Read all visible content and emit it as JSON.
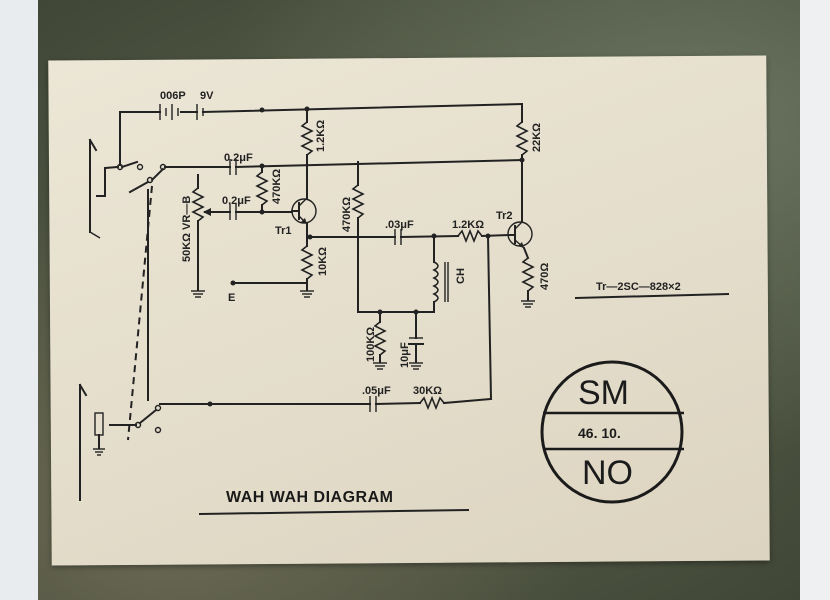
{
  "diagram": {
    "title": "WAH WAH DIAGRAM",
    "transistor_note": "Tr—2SC—828×2",
    "labels": {
      "battery_cap": "006P",
      "battery_voltage": "9V",
      "r_1k2_a": "1.2KΩ",
      "r_22k": "22KΩ",
      "c_02_a": "0.2μF",
      "c_02_b": "0.2μF",
      "r_470k_a": "470KΩ",
      "r_470k_b": "470KΩ",
      "vr": "50KΩ VR—B",
      "tr1": "Tr1",
      "tr2": "Tr2",
      "c_03": ".03μF",
      "r_1k2_b": "1.2KΩ",
      "r_10k": "10KΩ",
      "r_470": "470Ω",
      "ch": "CH",
      "ground": "E",
      "r_100k": "100KΩ",
      "c_10": "10μF",
      "c_05": ".05μF",
      "r_30k": "30KΩ"
    },
    "stamp": {
      "top": "SM",
      "date": "46. 10.",
      "bottom": "NO"
    }
  }
}
